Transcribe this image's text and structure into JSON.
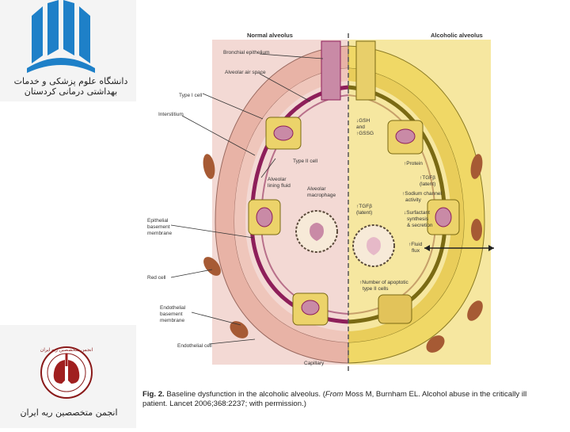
{
  "logos": {
    "top_text": "دانشگاه علوم پزشکی و خدمات بهداشتی درمانی کردستان",
    "bottom_text": "انجمن متخصصین ریه ایران",
    "bottom_ring_text": "انجمن متخصصین ریه ایران"
  },
  "diagram": {
    "left_title": "Normal alveolus",
    "right_title": "Alcoholic alveolus",
    "labels": {
      "bronchial_epithelium": "Bronchial epithelium",
      "alveolar_air_space": "Alveolar air space",
      "type_i_cell": "Type I cell",
      "interstitium": "Interstitium",
      "type_ii_cell": "Type II cell",
      "alveolar_lining_fluid_1": "Alveolar",
      "alveolar_lining_fluid_2": "lining fluid",
      "alveolar_macrophage_1": "Alveolar",
      "alveolar_macrophage_2": "macrophage",
      "epithelial_bm_1": "Epithelial",
      "epithelial_bm_2": "basement",
      "epithelial_bm_3": "membrane",
      "red_cell": "Red cell",
      "endothelial_bm_1": "Endothelial",
      "endothelial_bm_2": "basement",
      "endothelial_bm_3": "membrane",
      "endothelial_cell": "Endothelial cell",
      "capillary": "Capillary"
    },
    "right_labels": {
      "gsh_1": "↓GSH",
      "gsh_2": "and",
      "gsh_3": "↑GSSG",
      "protein": "↑Protein",
      "tgfb_latent_r_1": "↑TGFβ",
      "tgfb_latent_r_2": "(latent)",
      "sodium_1": "↑Sodium channel",
      "sodium_2": "activity",
      "surfactant_1": "↓Surfactant",
      "surfactant_2": "synthesis",
      "surfactant_3": "& secretion",
      "tgfb_latent_l_1": "↑TGFβ",
      "tgfb_latent_l_2": "(latent)",
      "fluid_1": "↑Fluid",
      "fluid_2": "flux",
      "apoptotic_1": "↑Number of apoptotic",
      "apoptotic_2": "type II cells"
    }
  },
  "caption": {
    "fig_label": "Fig. 2.",
    "text": "Baseline dysfunction in the alcoholic alveolus. (",
    "source_italic": "From",
    "source": "Moss M, Burnham EL. Alcohol abuse in the critically ill patient. Lancet 2006;368:2237; with permission.)"
  },
  "colors": {
    "left_bg": "#f3d9d4",
    "right_bg": "#f6e7a0",
    "capillary": "#e8b3a6",
    "membrane_magenta": "#8e1f5a",
    "membrane_olive": "#7a6a14",
    "cell_yellow": "#ecd36a",
    "nucleus": "#c98aa6",
    "red_cell": "#a65a34",
    "logo_blue": "#1e80c8"
  }
}
